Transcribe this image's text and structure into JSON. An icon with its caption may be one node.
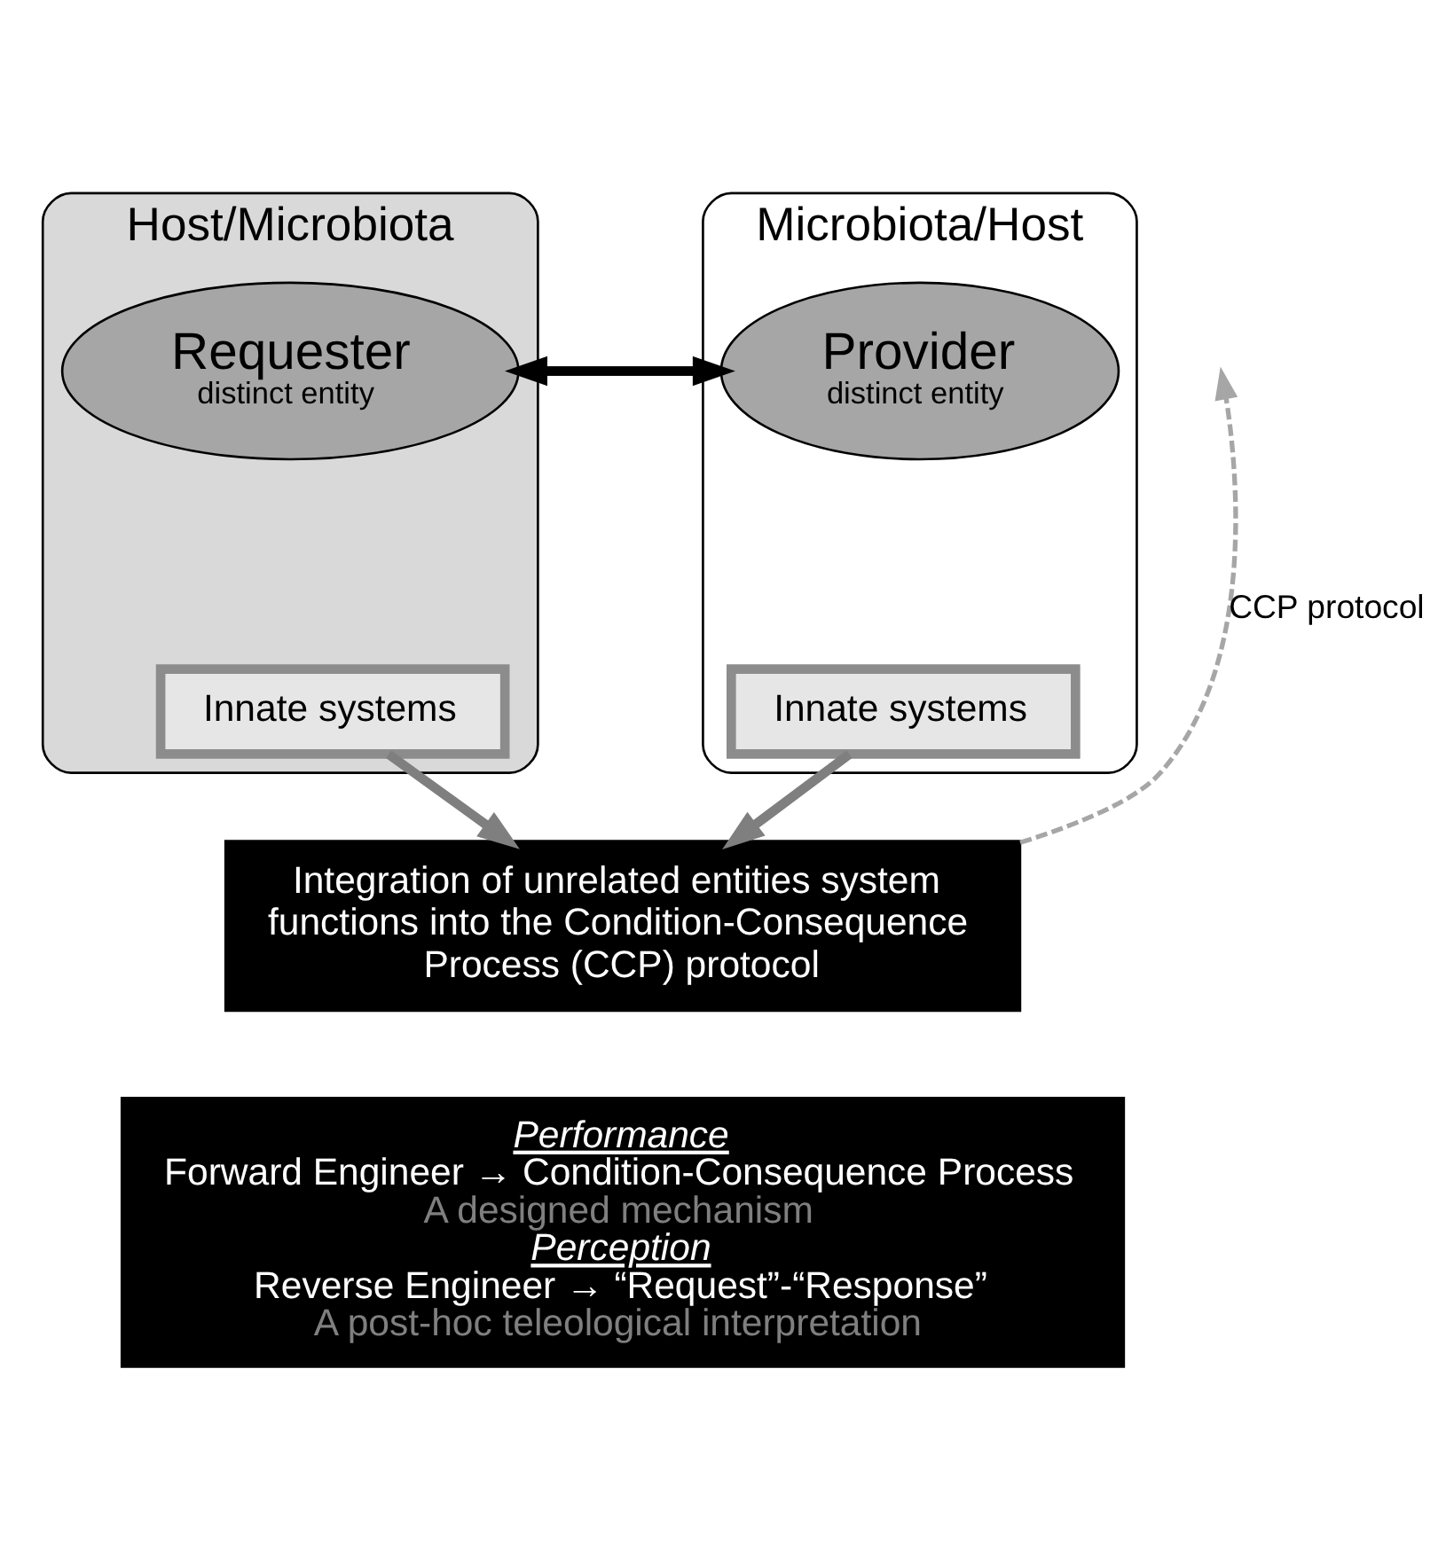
{
  "diagram": {
    "nodes": [
      {
        "text": [
          "Host/Microbiota"
        ]
      },
      {
        "text": [
          "Requester",
          "distinct entity"
        ],
        "in": 0
      },
      {
        "text": [
          "Innate systems"
        ],
        "in": 0
      },
      {
        "text": [
          "Microbiota/Host"
        ]
      },
      {
        "text": [
          "Provider",
          "distinct entity"
        ],
        "in": 3
      },
      {
        "text": [
          "Innate systems"
        ],
        "in": 3
      },
      {
        "text": [
          "Integration of unrelated entities system functions into the Condition-Consequence Process (CCP) protocol"
        ]
      },
      {
        "text": [
          "Performance",
          "Forward Engineer → Condition-Consequence Process",
          "A designed mechanism",
          "Perception",
          "Reverse Engineer → “Request”-“Response”",
          "A post-hoc teleological interpretation"
        ]
      }
    ],
    "edges": [
      {
        "from": 1,
        "to": 4,
        "arrow": "to"
      },
      {
        "from": 4,
        "to": 1,
        "arrow": "to"
      },
      {
        "from": 6,
        "to": null,
        "arrow": "to",
        "label": "CCP protocol",
        "style": "dashed",
        "color": "#a6a6a6"
      },
      {
        "from": 2,
        "to": 6,
        "arrow": "to",
        "color": "#7f7f7f"
      },
      {
        "from": 5,
        "to": 6,
        "arrow": "to",
        "color": "#7f7f7f"
      }
    ]
  }
}
